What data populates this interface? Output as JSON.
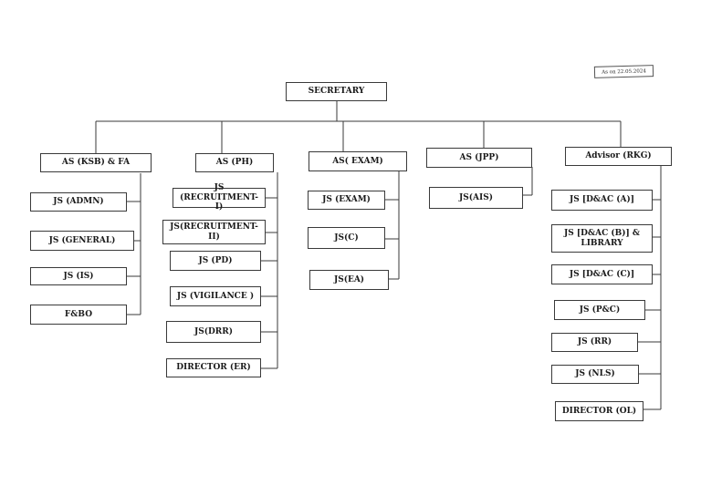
{
  "date_note": "As on 22.05.2024",
  "root": "SECRETARY",
  "branches": [
    {
      "head": "AS (KSB) & FA",
      "children": [
        "JS (ADMN)",
        "JS (GENERAL)",
        "JS (IS)",
        "F&BO"
      ]
    },
    {
      "head": "AS (PH)",
      "children": [
        "JS (RECRUITMENT-I)",
        "JS(RECRUITMENT-II)",
        "JS (PD)",
        "JS (VIGILANCE )",
        "JS(DRR)",
        "DIRECTOR (ER)"
      ]
    },
    {
      "head": "AS( EXAM)",
      "children": [
        "JS (EXAM)",
        "JS(C)",
        "JS(EA)"
      ]
    },
    {
      "head": "AS (JPP)",
      "children": [
        "JS(AIS)"
      ]
    },
    {
      "head": "Advisor (RKG)",
      "children": [
        "JS [D&AC (A)]",
        "JS [D&AC (B)] & LIBRARY",
        "JS [D&AC (C)]",
        "JS (P&C)",
        "JS (RR)",
        "JS (NLS)",
        "DIRECTOR (OL)"
      ]
    }
  ],
  "colors": {
    "line": "#3a3a3a",
    "border": "#3a3a3a",
    "text": "#1a1a1a"
  }
}
